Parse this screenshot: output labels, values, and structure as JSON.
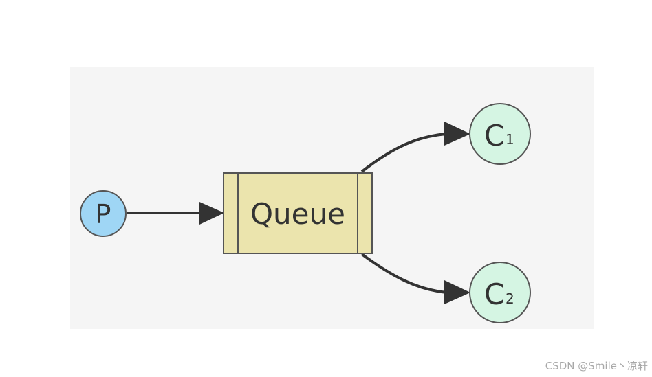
{
  "nodes": {
    "producer": {
      "label": "P"
    },
    "queue": {
      "label": "Queue"
    },
    "consumer_1": {
      "label": "C",
      "subscript": "1"
    },
    "consumer_2": {
      "label": "C",
      "subscript": "2"
    }
  },
  "colors": {
    "producer_fill": "#9fd6f5",
    "queue_fill": "#ebe4ad",
    "consumer_fill": "#d5f5e3",
    "stroke": "#555555",
    "arrow": "#333333"
  },
  "watermark": "CSDN @Smile丶凉轩"
}
